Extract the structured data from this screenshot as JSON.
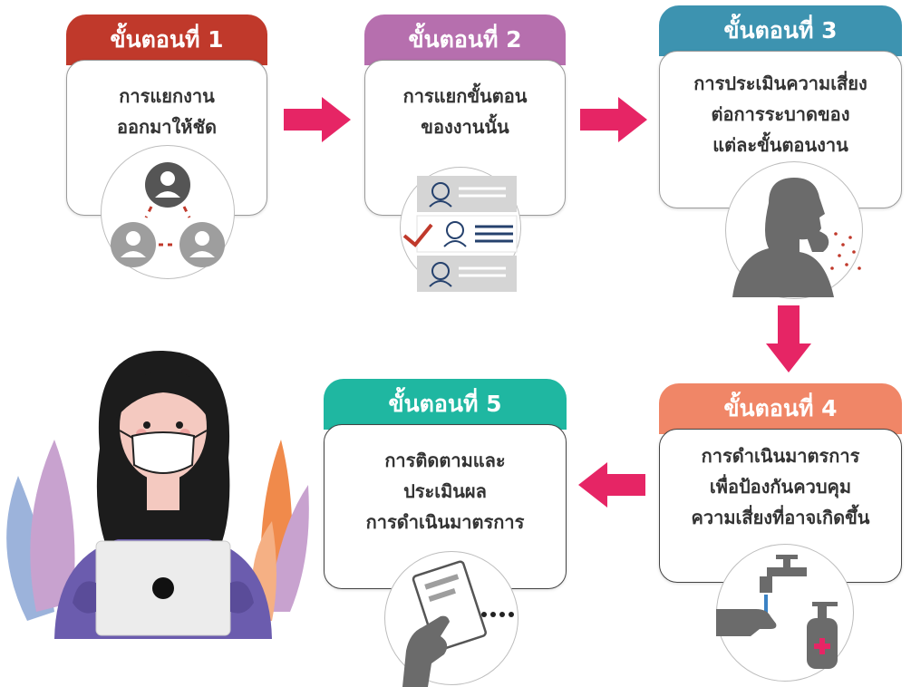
{
  "colors": {
    "step1": "#c0392b",
    "step2": "#b66fae",
    "step3": "#3d93b0",
    "step4": "#f08667",
    "step5": "#1fb7a1",
    "arrow": "#e62565"
  },
  "steps": [
    {
      "title": "ขั้นตอนที่ 1",
      "lines": [
        "การแยกงาน",
        "ออกมาให้ชัด"
      ],
      "icon": "people-network-icon"
    },
    {
      "title": "ขั้นตอนที่ 2",
      "lines": [
        "การแยกขั้นตอน",
        "ของงานนั้น"
      ],
      "icon": "checklist-icon"
    },
    {
      "title": "ขั้นตอนที่ 3",
      "lines": [
        "การประเมินความเสี่ยง",
        "ต่อการระบาดของ",
        "แต่ละขั้นตอนงาน"
      ],
      "icon": "coughing-person-icon"
    },
    {
      "title": "ขั้นตอนที่ 4",
      "lines": [
        "การดำเนินมาตรการ",
        "เพื่อป้องกันควบคุม",
        "ความเสี่ยงที่อาจเกิดขึ้น"
      ],
      "icon": "hand-washing-icon"
    },
    {
      "title": "ขั้นตอนที่ 5",
      "lines": [
        "การติดตามและ",
        "ประเมินผล",
        "การดำเนินมาตรการ"
      ],
      "icon": "hand-holding-document-icon"
    }
  ],
  "illustration": "masked-woman-with-laptop"
}
